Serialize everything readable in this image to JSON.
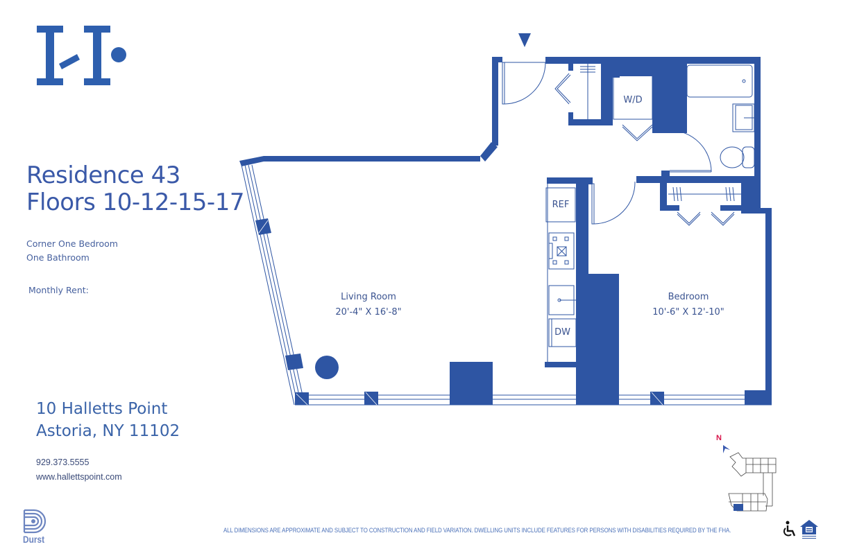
{
  "brand": {
    "logo_icon": "halletts-point-h-logo-icon",
    "accent_color": "#2e55a3"
  },
  "header": {
    "title_line1": "Residence 43",
    "title_line2": "Floors 10-12-15-17"
  },
  "unit": {
    "type": "Corner One Bedroom",
    "baths": "One Bathroom",
    "rent_label": "Monthly Rent:"
  },
  "address": {
    "line1": "10 Halletts Point",
    "line2": "Astoria, NY 11102"
  },
  "contact": {
    "phone": "929.373.5555",
    "website": "www.hallettspoint.com"
  },
  "developer": {
    "logo_icon": "durst-d-logo-icon",
    "name": "Durst"
  },
  "floorplan": {
    "rooms": [
      {
        "name": "Living Room",
        "dims": "20'-4\" X 16'-8\""
      },
      {
        "name": "Bedroom",
        "dims": "10'-6\" X 12'-10\""
      }
    ],
    "appliances": {
      "washer_dryer": "W/D",
      "refrigerator": "REF",
      "dishwasher": "DW"
    },
    "entry_marker_icon": "entry-arrow-icon"
  },
  "keyplan": {
    "north_label": "N",
    "highlight_color": "#2e55a3"
  },
  "footer": {
    "disclaimer": "ALL DIMENSIONS ARE APPROXIMATE AND SUBJECT TO CONSTRUCTION AND FIELD VARIATION. DWELLING UNITS INCLUDE FEATURES FOR PERSONS WITH DISABILITIES REQUIRED BY THE FHA.",
    "icons": [
      "wheelchair-accessible-icon",
      "equal-housing-opportunity-icon"
    ]
  }
}
